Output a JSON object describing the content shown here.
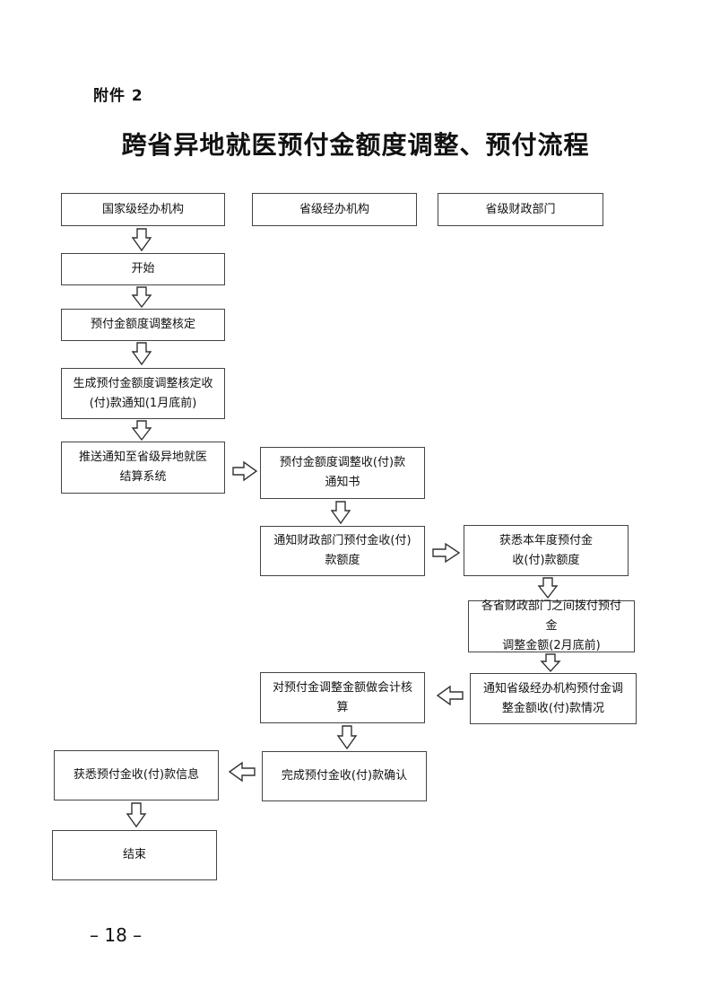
{
  "header": {
    "attachment": "附件 2",
    "title": "跨省异地就医预付金额度调整、预付流程"
  },
  "columns": {
    "national": "国家级经办机构",
    "provincial": "省级经办机构",
    "finance": "省级财政部门"
  },
  "steps": {
    "start": "开始",
    "determine": "预付金额度调整核定",
    "generate": "生成预付金额度调整核定收\n(付)款通知(1月底前)",
    "push": "推送通知至省级异地就医\n结算系统",
    "notice_letter": "预付金额度调整收(付)款\n通知书",
    "notify_finance": "通知财政部门预付金收(付)\n款额度",
    "learn_amount": "获悉本年度预付金\n收(付)款额度",
    "transfer": "各省财政部门之间拨付预付金\n调整金额(2月底前)",
    "notify_agency": "通知省级经办机构预付金调\n整金额收(付)款情况",
    "accounting": "对预付金调整金额做会计核算",
    "confirm": "完成预付金收(付)款确认",
    "learn_info": "获悉预付金收(付)款信息",
    "end": "结束"
  },
  "footer": {
    "page_number": "– 18 –"
  }
}
